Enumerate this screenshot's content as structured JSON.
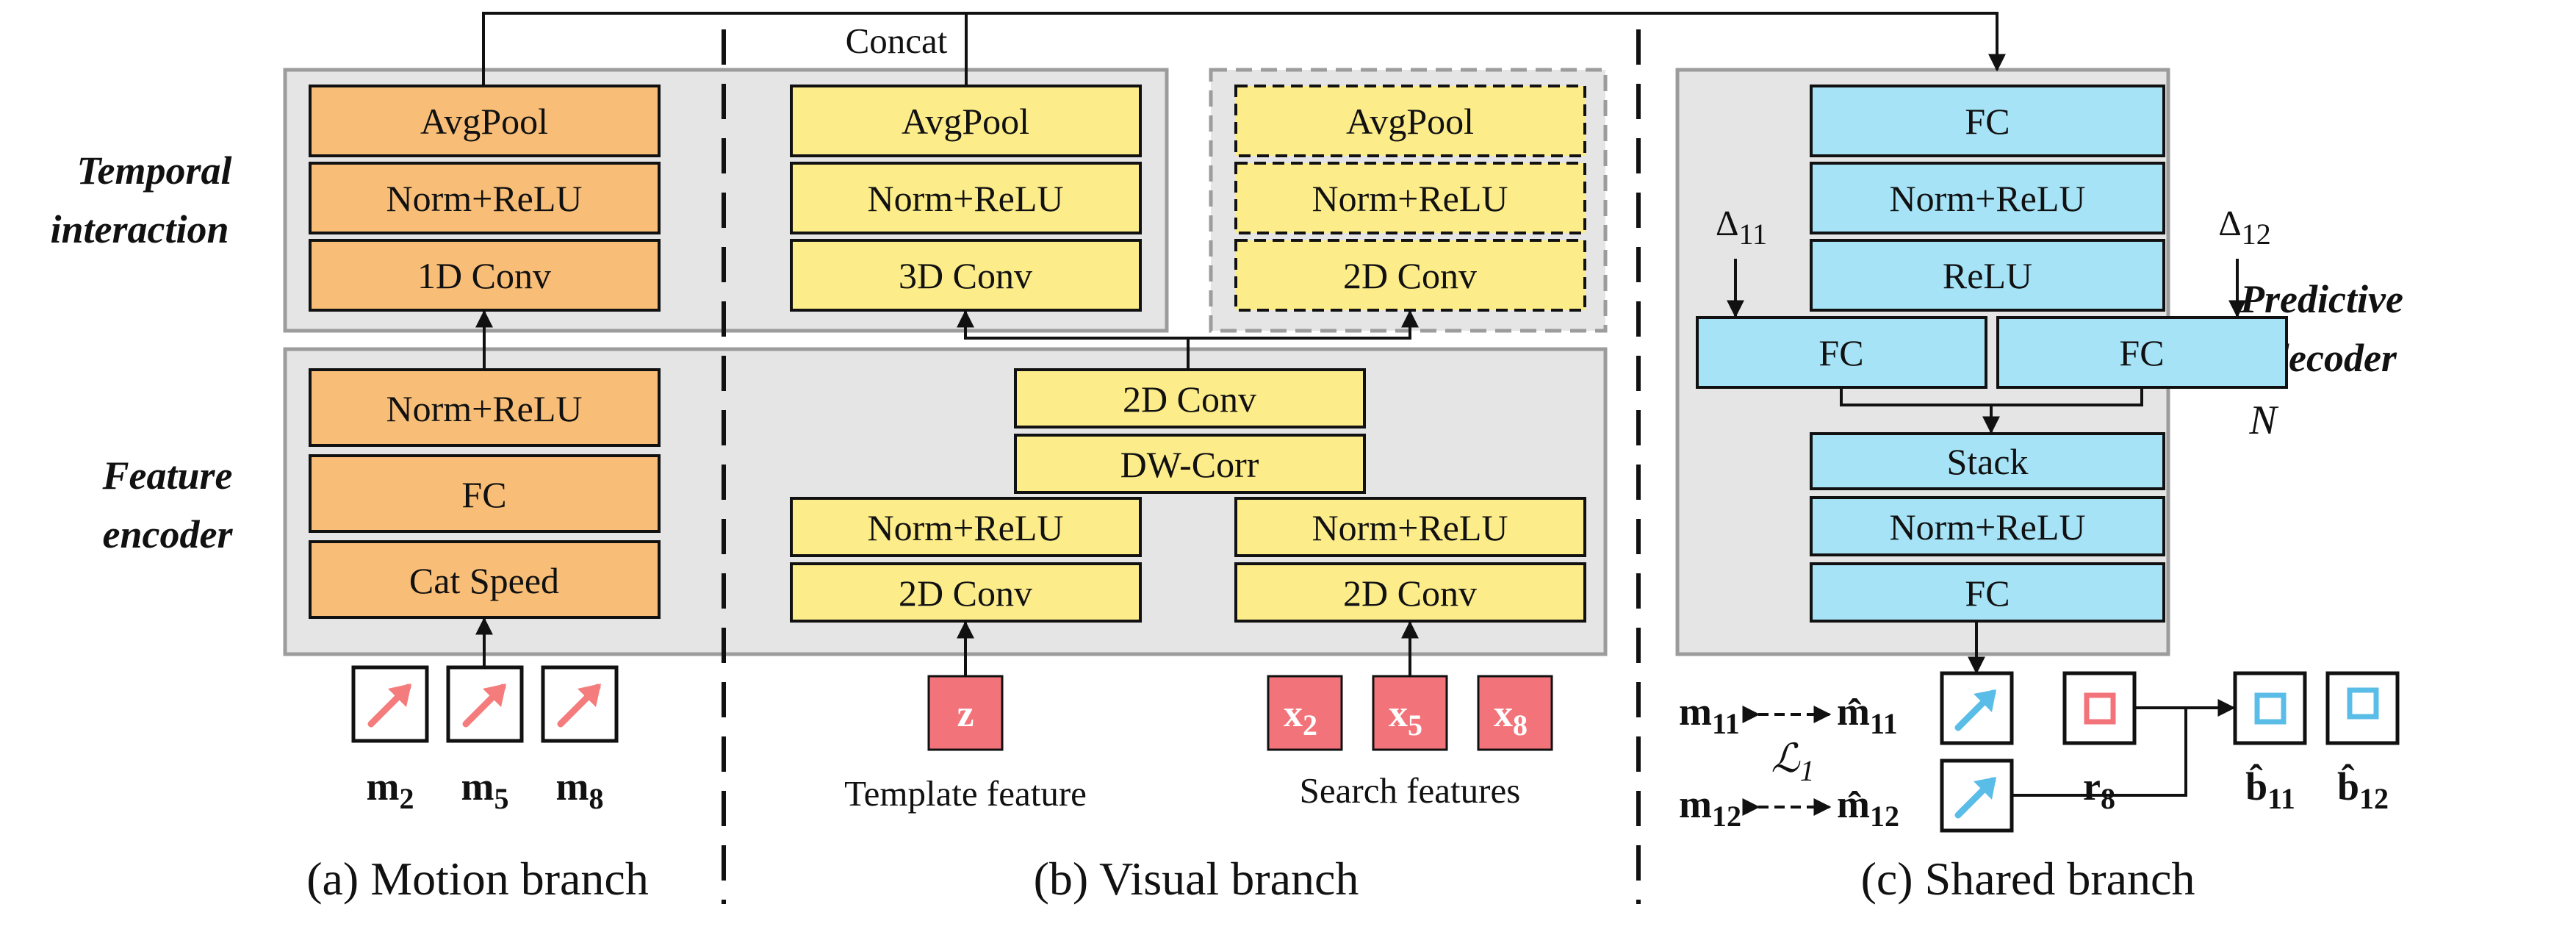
{
  "colors": {
    "motion_block": "#F8BE77",
    "visual_block": "#FCEC8A",
    "shared_block": "#A6E3F7",
    "panel_bg": "#E5E5E5",
    "panel_border": "#9C9C9C",
    "feature_red": "#F3737A",
    "motion_arrow": "#F47C7C",
    "predict_arrow": "#5ABDE7"
  },
  "side_labels": {
    "temporal_1": "Temporal",
    "temporal_2": "interaction",
    "feature_1": "Feature",
    "feature_2": "encoder",
    "predictive_1": "Predictive",
    "predictive_2": "decoder",
    "repeat": "N"
  },
  "concat_label": "Concat",
  "motion": {
    "temporal": [
      "AvgPool",
      "Norm+ReLU",
      "1D Conv"
    ],
    "encoder": [
      "Norm+ReLU",
      "FC",
      "Cat Speed"
    ],
    "inputs": [
      {
        "base": "m",
        "sub": "2"
      },
      {
        "base": "m",
        "sub": "5"
      },
      {
        "base": "m",
        "sub": "8"
      }
    ],
    "caption": "(a) Motion branch"
  },
  "visual": {
    "template_temporal": [
      "AvgPool",
      "Norm+ReLU",
      "3D Conv"
    ],
    "search_temporal": [
      "AvgPool",
      "Norm+ReLU",
      "2D Conv"
    ],
    "fusion": [
      "2D Conv",
      "DW-Corr"
    ],
    "template_enc": [
      "Norm+ReLU",
      "2D Conv"
    ],
    "search_enc": [
      "Norm+ReLU",
      "2D Conv"
    ],
    "template_input": {
      "base": "z",
      "sub": ""
    },
    "search_inputs": [
      {
        "base": "x",
        "sub": "2"
      },
      {
        "base": "x",
        "sub": "5"
      },
      {
        "base": "x",
        "sub": "8"
      }
    ],
    "template_label": "Template feature",
    "search_label": "Search features",
    "caption": "(b) Visual branch"
  },
  "shared": {
    "top": [
      "FC",
      "Norm+ReLU",
      "ReLU"
    ],
    "fc_left": "FC",
    "fc_right": "FC",
    "delta_left": {
      "base": "Δ",
      "sub": "11"
    },
    "delta_right": {
      "base": "Δ",
      "sub": "12"
    },
    "bottom": [
      "Stack",
      "Norm+ReLU",
      "FC"
    ],
    "m11": {
      "base": "m",
      "sub": "11"
    },
    "m12": {
      "base": "m",
      "sub": "12"
    },
    "mhat11": {
      "base": "m̂",
      "sub": "11"
    },
    "mhat12": {
      "base": "m̂",
      "sub": "12"
    },
    "loss": {
      "base": "ℒ",
      "sub": "1"
    },
    "r8": {
      "base": "r",
      "sub": "8"
    },
    "b11": {
      "base": "b̂",
      "sub": "11"
    },
    "b12": {
      "base": "b̂",
      "sub": "12"
    },
    "caption": "(c) Shared branch"
  }
}
